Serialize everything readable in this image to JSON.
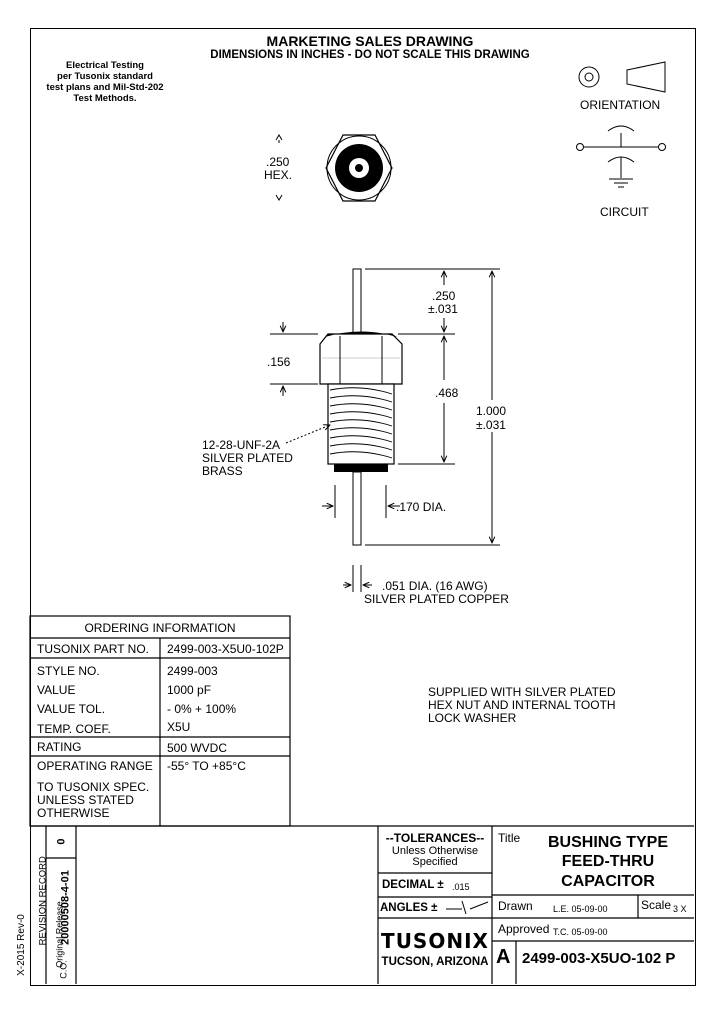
{
  "header": {
    "title": "MARKETING SALES DRAWING",
    "subtitle": "DIMENSIONS IN INCHES - DO NOT SCALE THIS DRAWING"
  },
  "test_note": [
    "Electrical Testing",
    "per Tusonix standard",
    "test plans and Mil-Std-202",
    "Test Methods."
  ],
  "icons": {
    "orientation_label": "ORIENTATION",
    "circuit_label": "CIRCUIT"
  },
  "dims": {
    "hex_value": ".250",
    "hex_label": "HEX.",
    "top_lead": ".250",
    "top_lead_tol": "±.031",
    "nut": ".156",
    "body": ".468",
    "overall": "1.000",
    "overall_tol": "±.031",
    "dia": ".170 DIA.",
    "lead_dia": ".051  DIA. (16 AWG)",
    "lead_mat": "SILVER PLATED COPPER"
  },
  "thread_note": [
    "12-28-UNF-2A",
    "SILVER PLATED",
    "BRASS"
  ],
  "supplied_note": [
    "SUPPLIED WITH SILVER PLATED",
    "HEX NUT AND INTERNAL TOOTH",
    "LOCK WASHER"
  ],
  "ordering": {
    "title": "ORDERING INFORMATION",
    "rows": [
      {
        "label": "TUSONIX PART NO.",
        "value": "2499-003-X5U0-102P"
      },
      {
        "label": "STYLE NO.",
        "value": "2499-003"
      },
      {
        "label": "VALUE",
        "value": "1000 pF"
      },
      {
        "label": "VALUE TOL.",
        "value": "- 0% + 100%"
      },
      {
        "label": "TEMP. COEF.",
        "value": "X5U"
      },
      {
        "label": "RATING",
        "value": "500 WVDC"
      },
      {
        "label": "OPERATING RANGE",
        "value": "-55° TO +85°C"
      }
    ],
    "spec_note": [
      "TO TUSONIX SPEC.",
      "UNLESS STATED",
      "OTHERWISE"
    ]
  },
  "revision": {
    "doc_id": "X-2015 Rev-0",
    "record": "REVISION RECORD",
    "release_label": "Original Release",
    "co_label": "C.O.",
    "co_number": "20000508-4-01",
    "rev": "0"
  },
  "tolerances": {
    "title": "--TOLERANCES--",
    "line1": "Unless Otherwise",
    "line2": "Specified",
    "decimal_label": "DECIMAL ±",
    "decimal_value": ".015",
    "angles_label": "ANGLES ±"
  },
  "company": {
    "logo": "TUSONIX",
    "location": "TUCSON, ARIZONA"
  },
  "title_block": {
    "title_label": "Title",
    "title_lines": [
      "BUSHING TYPE",
      "FEED-THRU",
      "CAPACITOR"
    ],
    "drawn_label": "Drawn",
    "drawn_value": "L.E. 05-09-00",
    "scale_label": "Scale",
    "scale_value": "3 X",
    "approved_label": "Approved",
    "approved_value": "T.C. 05-09-00",
    "rev_letter": "A",
    "part_number": "2499-003-X5UO-102 P"
  }
}
